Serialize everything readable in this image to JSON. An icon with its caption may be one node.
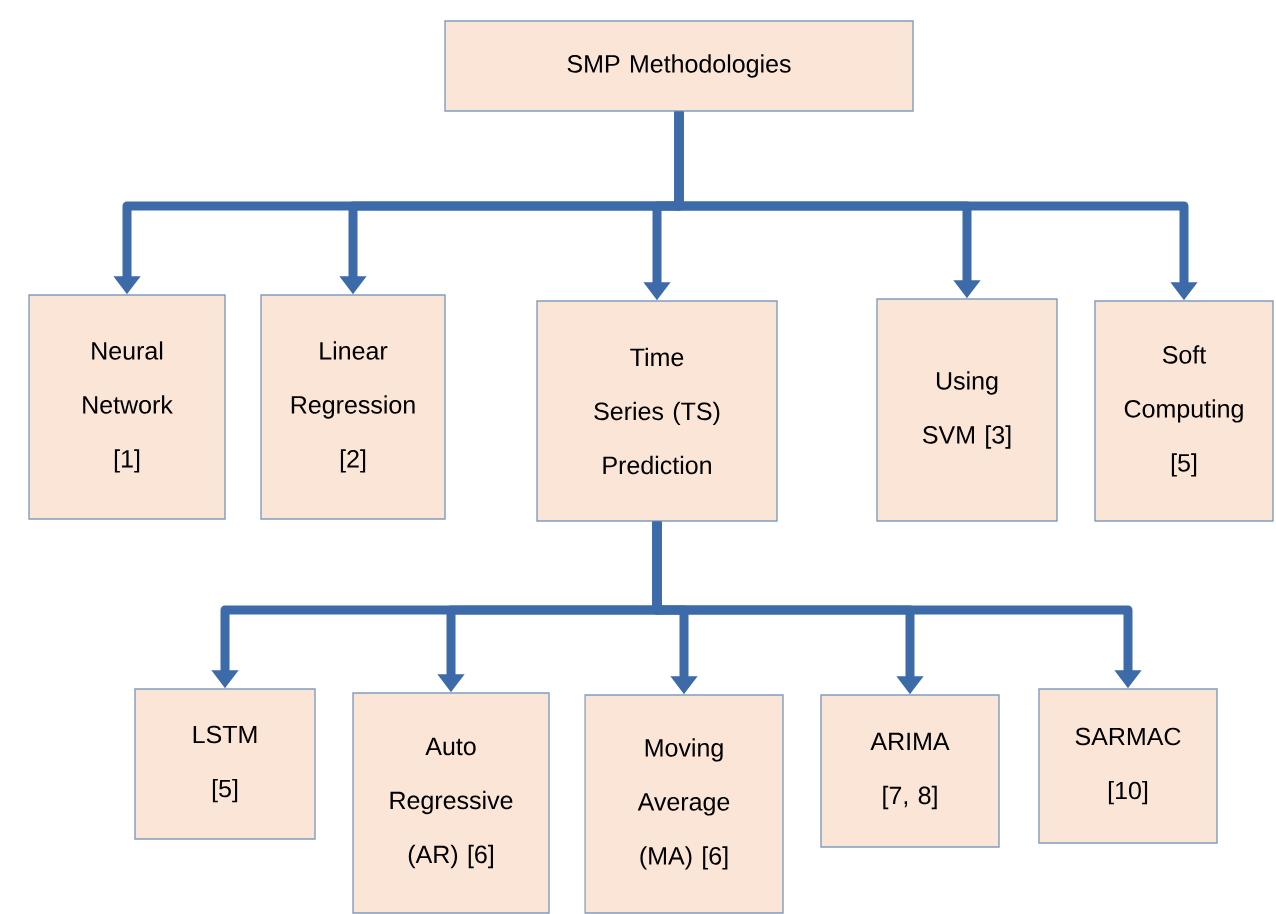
{
  "diagram": {
    "nodes": [
      {
        "text": [
          "SMP Methodologies"
        ]
      },
      {
        "text": [
          "Neural Network [1]"
        ]
      },
      {
        "text": [
          "Linear Regression [2]"
        ]
      },
      {
        "text": [
          "Time  Series (TS) Prediction"
        ]
      },
      {
        "text": [
          "Using SVM [3]"
        ]
      },
      {
        "text": [
          "Soft Computing [5]"
        ]
      },
      {
        "text": [
          "LSTM [5]"
        ]
      },
      {
        "text": [
          "Auto Regressive (AR) [6]"
        ]
      },
      {
        "text": [
          "Moving Average (MA) [6]"
        ]
      },
      {
        "text": [
          "ARIMA [7, 8]"
        ]
      },
      {
        "text": [
          "SARMAC [10]"
        ]
      }
    ],
    "edges": [
      {
        "from": 0,
        "to": 1,
        "arrow": "to"
      },
      {
        "from": 0,
        "to": 2,
        "arrow": "to"
      },
      {
        "from": 0,
        "to": 3,
        "arrow": "to"
      },
      {
        "from": 0,
        "to": 4,
        "arrow": "to"
      },
      {
        "from": 0,
        "to": 5,
        "arrow": "to"
      },
      {
        "from": 3,
        "to": 6,
        "arrow": "to"
      },
      {
        "from": 3,
        "to": 7,
        "arrow": "to"
      },
      {
        "from": 3,
        "to": 8,
        "arrow": "to"
      },
      {
        "from": 3,
        "to": 9,
        "arrow": "to"
      },
      {
        "from": 3,
        "to": 10,
        "arrow": "to"
      }
    ]
  }
}
